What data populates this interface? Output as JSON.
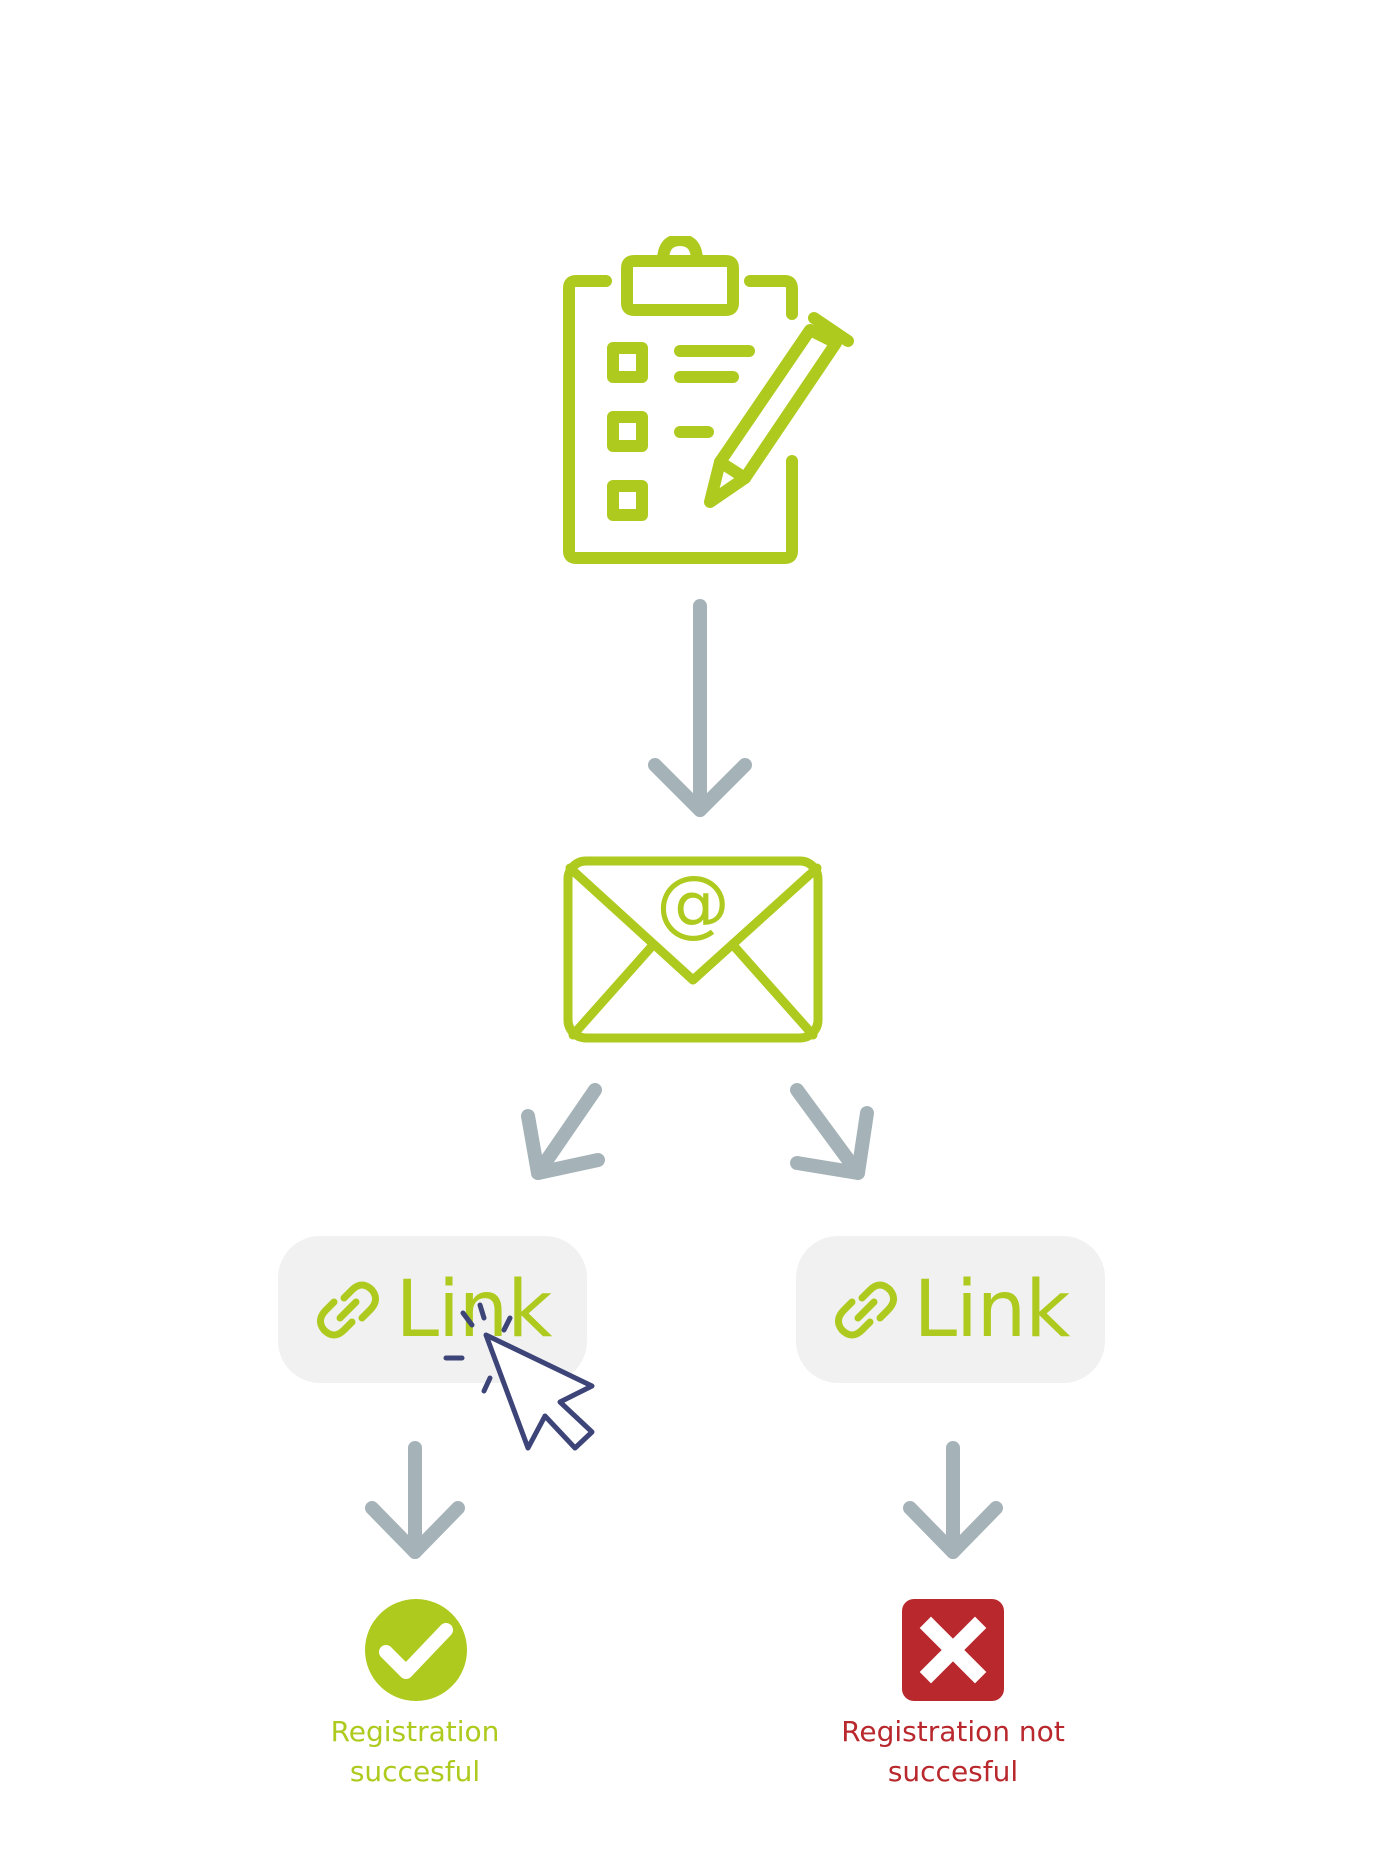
{
  "colors": {
    "accent": "#afca1e",
    "arrow": "#a5b3b9",
    "error": "#b8282d",
    "cursor": "#3d4478",
    "chip_bg": "#f1f1f1"
  },
  "nodes": {
    "form": {
      "icon": "clipboard-checklist-icon"
    },
    "email": {
      "icon": "envelope-at-icon",
      "glyph": "@"
    },
    "link_left": {
      "icon": "link-chain-icon",
      "label": "Link"
    },
    "link_right": {
      "icon": "link-chain-icon",
      "label": "Link"
    },
    "success": {
      "icon": "check-circle-icon",
      "caption_line1": "Registration",
      "caption_line2": "succesful"
    },
    "failure": {
      "icon": "x-square-icon",
      "caption_line1": "Registration not",
      "caption_line2": "succesful"
    }
  },
  "cursor": {
    "icon": "mouse-pointer-click-icon"
  }
}
